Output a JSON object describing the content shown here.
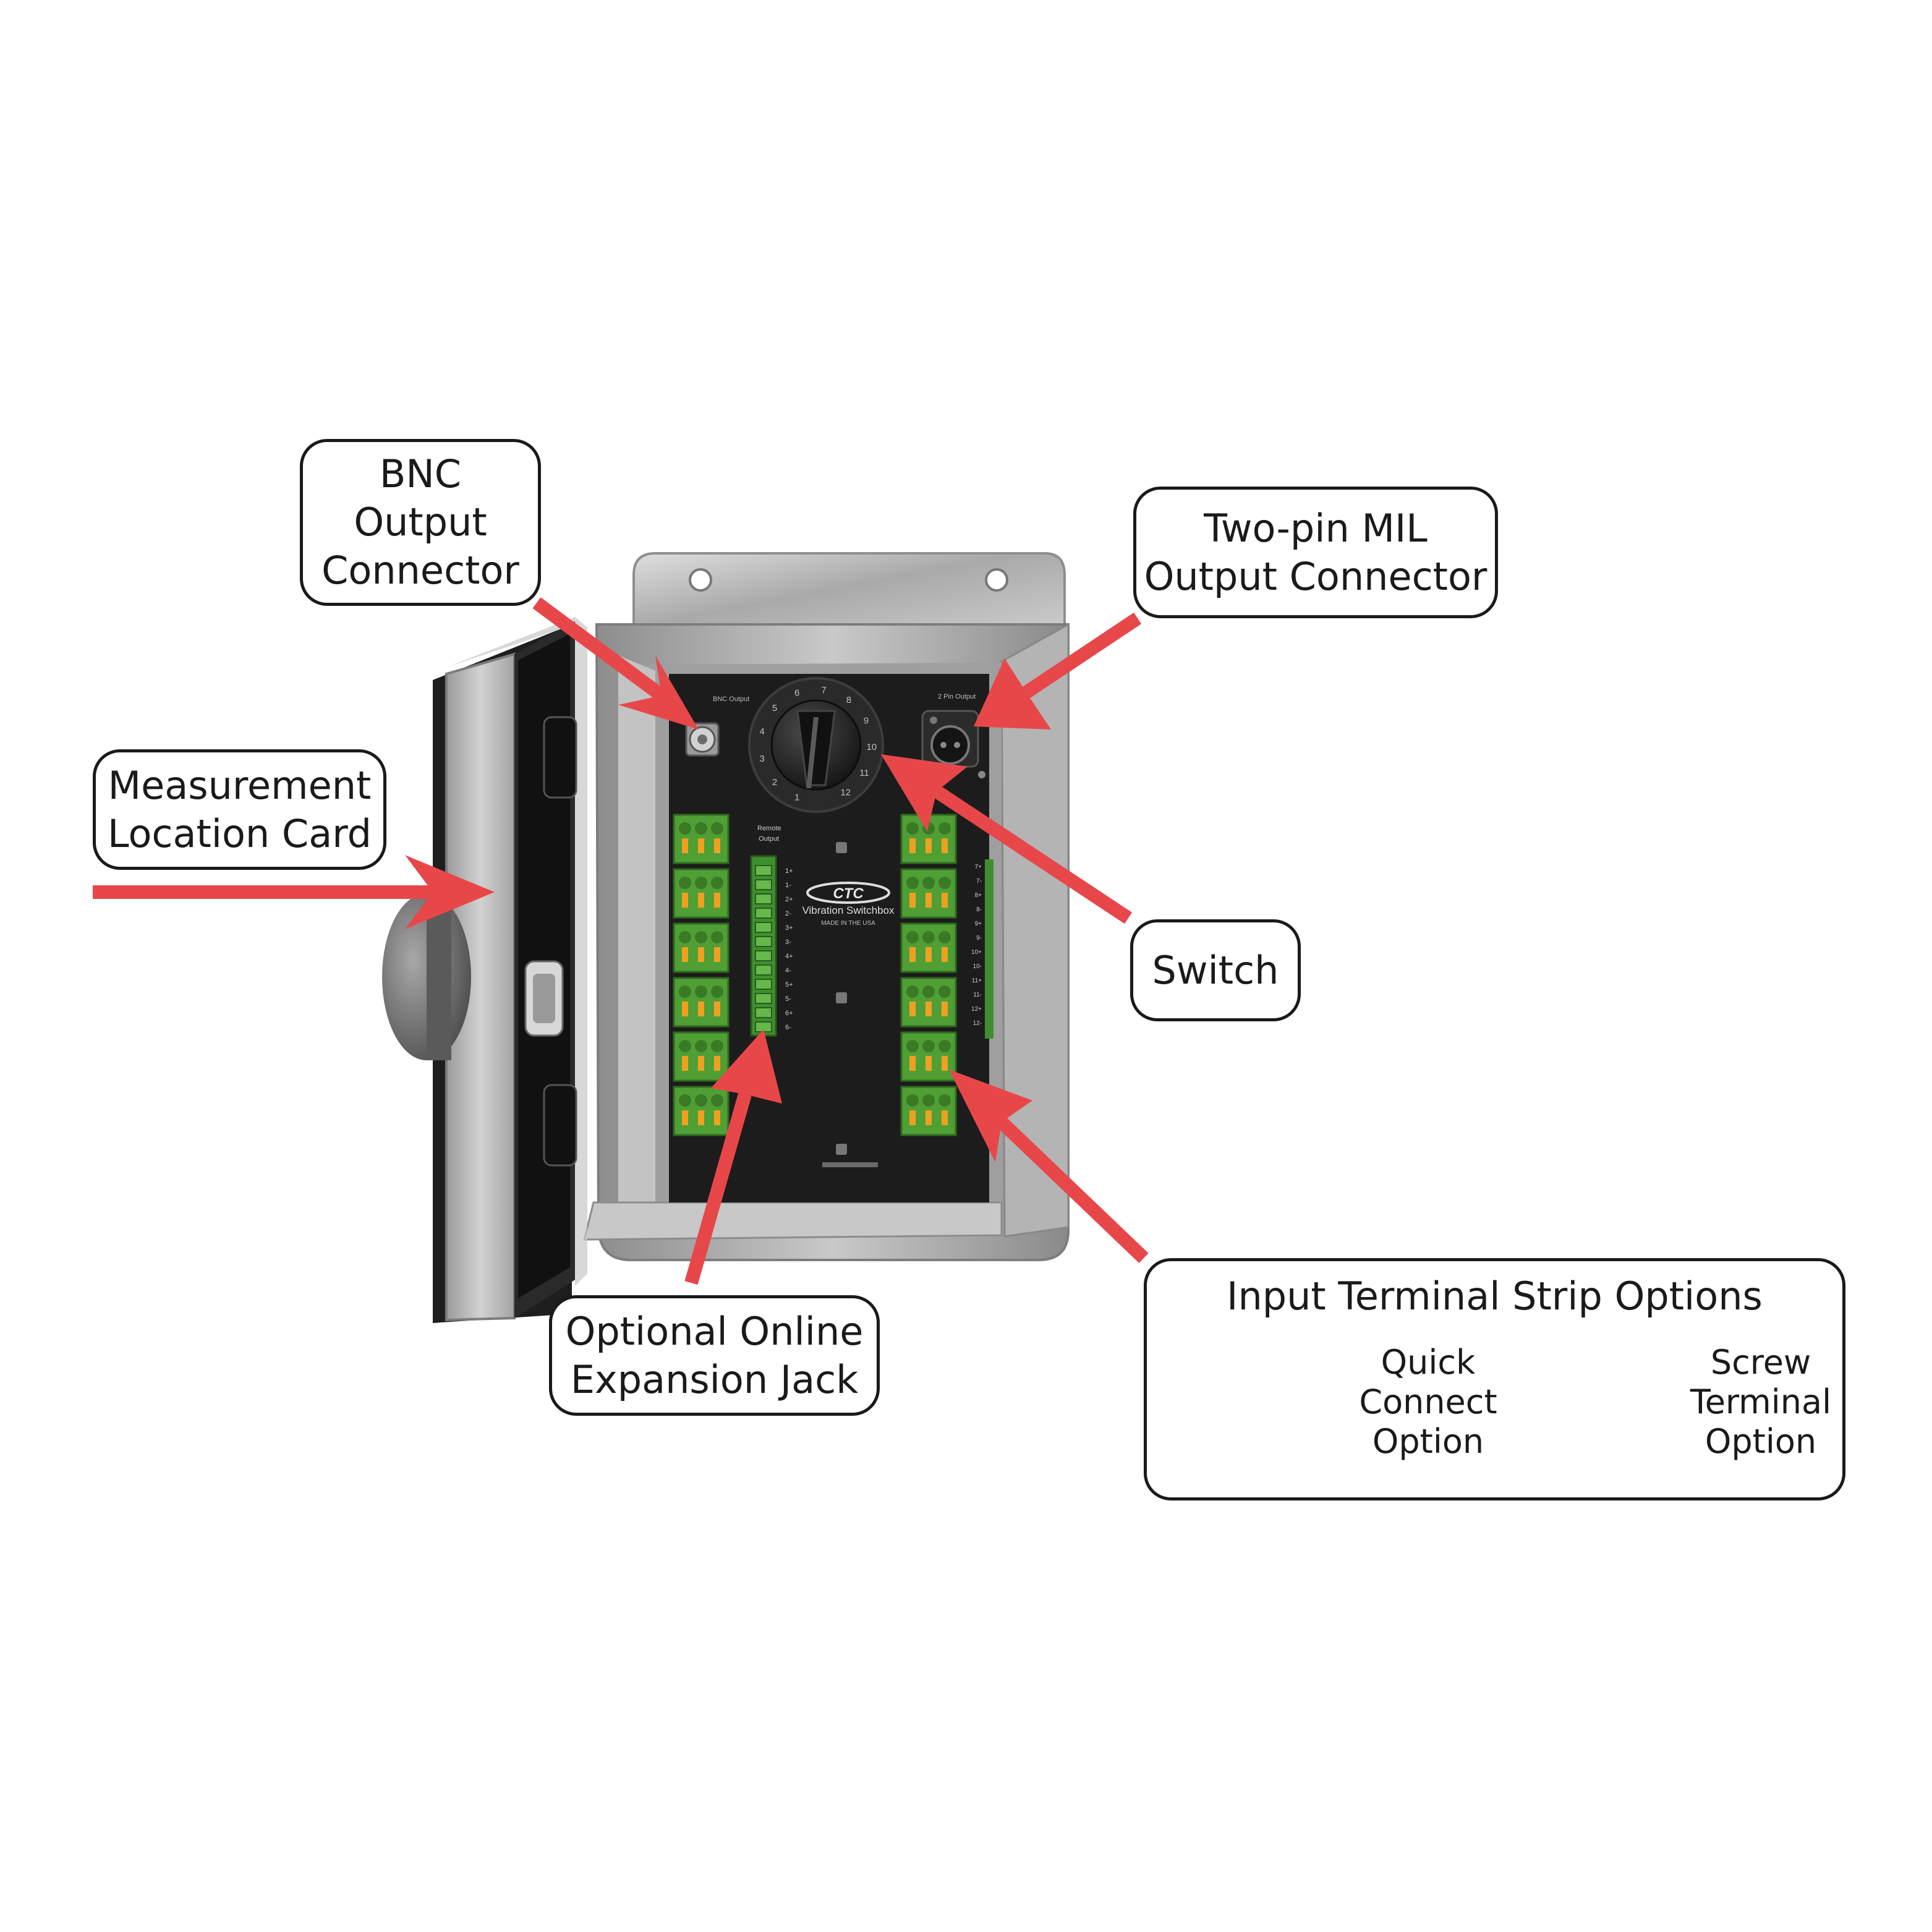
{
  "product": {
    "brand_logo": "CTC",
    "panel_title": "Vibration Switchbox",
    "panel_origin": "MADE IN THE USA",
    "bnc_panel_label": "BNC Output",
    "mil_panel_label": "2 Pin Output",
    "remote_label": "Remote Output",
    "switch_positions": [
      "1",
      "2",
      "3",
      "4",
      "5",
      "6",
      "7",
      "8",
      "9",
      "10",
      "11",
      "12"
    ],
    "remote_pins": [
      "1+",
      "1-",
      "2+",
      "2-",
      "3+",
      "3-",
      "4+",
      "4-",
      "5+",
      "5-",
      "6+",
      "6-"
    ],
    "right_strip_pins": [
      "7+",
      "7-",
      "8+",
      "8-",
      "9+",
      "9-",
      "10+",
      "10-",
      "11+",
      "11-",
      "12+",
      "12-"
    ]
  },
  "callouts": {
    "bnc": [
      "BNC",
      "Output",
      "Connector"
    ],
    "mil": [
      "Two-pin MIL",
      "Output Connector"
    ],
    "card": [
      "Measurement",
      "Location Card"
    ],
    "switch": [
      "Switch"
    ],
    "expansion": [
      "Optional Online",
      "Expansion Jack"
    ]
  },
  "terminal_options": {
    "title": "Input Terminal Strip Options",
    "quick_connect": [
      "Quick",
      "Connect",
      "Option"
    ],
    "screw_terminal": [
      "Screw",
      "Terminal",
      "Option"
    ]
  },
  "colors": {
    "arrow": "#e8474a",
    "terminal_green": "#5dab3a",
    "terminal_light": "#7ccf55",
    "latch_orange": "#f0a020",
    "panel_black": "#1c1c1c",
    "steel": "#b9b9b9"
  }
}
